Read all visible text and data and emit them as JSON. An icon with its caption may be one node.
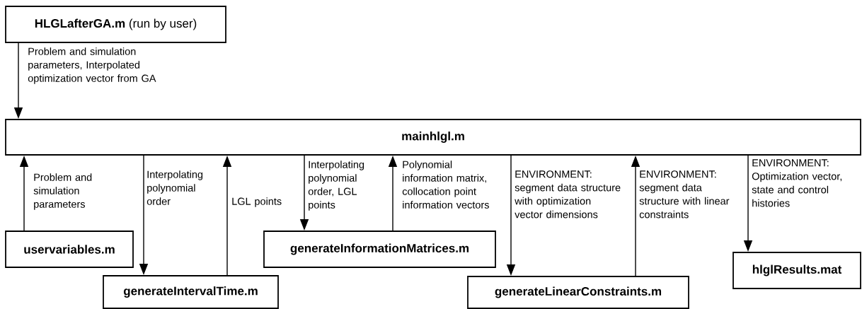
{
  "diagram": {
    "nodes": [
      {
        "text": [
          "**HLGLafterGA.m** (run by user)"
        ]
      },
      {
        "text": [
          "mainhlgl.m"
        ]
      },
      {
        "text": [
          "uservariables.m"
        ]
      },
      {
        "text": [
          "generateIntervalTime.m"
        ]
      },
      {
        "text": [
          "generateInformationMatrices.m"
        ]
      },
      {
        "text": [
          "generateLinearConstraints.m"
        ]
      },
      {
        "text": [
          "hlglResults.mat"
        ]
      }
    ],
    "edges": [
      {
        "from": 0,
        "to": 1,
        "arrow": "to",
        "label": "Problem and simulation parameters, Interpolated optimization vector from GA"
      },
      {
        "from": 2,
        "to": 1,
        "arrow": "to",
        "label": "Problem and simulation parameters"
      },
      {
        "from": 1,
        "to": 3,
        "arrow": "to",
        "label": "Interpolating polynomial order"
      },
      {
        "from": 3,
        "to": 1,
        "arrow": "to",
        "label": "LGL points"
      },
      {
        "from": 1,
        "to": 4,
        "arrow": "to",
        "label": "Interpolating polynomial order, LGL points"
      },
      {
        "from": 4,
        "to": 1,
        "arrow": "to",
        "label": "Polynomial information matrix, collocation point information vectors"
      },
      {
        "from": 1,
        "to": 5,
        "arrow": "to",
        "label": "ENVIRONMENT: segment data structure with optimization vector dimensions"
      },
      {
        "from": 5,
        "to": 1,
        "arrow": "to",
        "label": "ENVIRONMENT: segment data structure with linear constraints"
      },
      {
        "from": 1,
        "to": 6,
        "arrow": "to",
        "label": "ENVIRONMENT: Optimization vector, state and control histories"
      }
    ]
  }
}
